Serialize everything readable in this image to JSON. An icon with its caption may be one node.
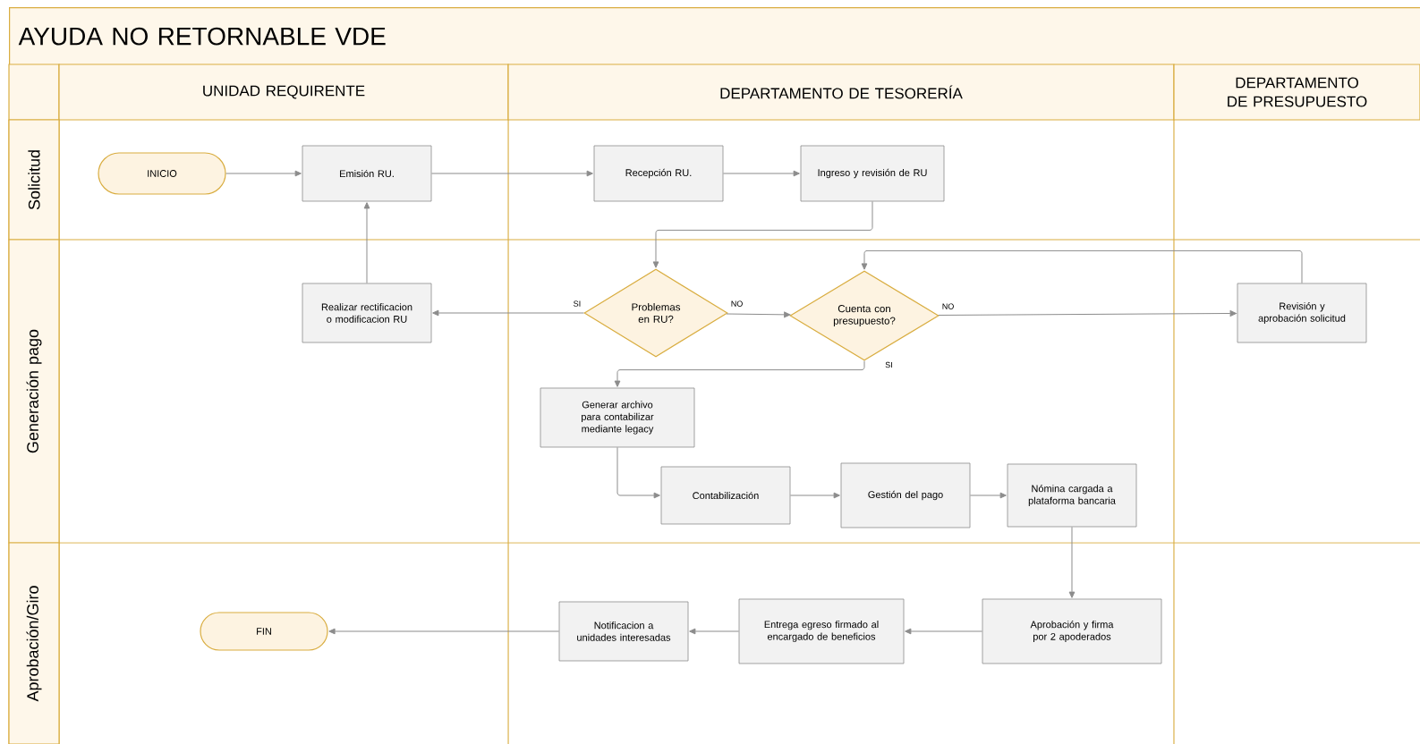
{
  "diagram": {
    "title": "AYUDA NO RETORNABLE VDE",
    "nodes": [
      {
        "text": [
          "UNIDAD REQUIRENTE"
        ]
      },
      {
        "text": [
          "DEPARTAMENTO DE TESORERÍA"
        ]
      },
      {
        "text": [
          "DEPARTAMENTO DE PRESUPUESTO"
        ]
      },
      {
        "text": [
          "Solicitud"
        ]
      },
      {
        "text": [
          "Generación pago"
        ]
      },
      {
        "text": [
          "Aprobación/Giro"
        ]
      },
      {
        "text": [
          "INICIO"
        ]
      },
      {
        "text": [
          "Emisión RU."
        ]
      },
      {
        "text": [
          "Recepción RU."
        ]
      },
      {
        "text": [
          "Ingreso y revisión de RU"
        ]
      },
      {
        "text": [
          "Realizar rectificacion o modificacion RU"
        ]
      },
      {
        "text": [
          "Problemas en RU?"
        ]
      },
      {
        "text": [
          "Cuenta con presupuesto?"
        ]
      },
      {
        "text": [
          "Revisión y aprobación solicitud"
        ]
      },
      {
        "text": [
          "Generar archivo para contabilizar mediante legacy"
        ]
      },
      {
        "text": [
          "Contabilización"
        ]
      },
      {
        "text": [
          "Gestión del pago"
        ]
      },
      {
        "text": [
          "Nómina cargada a plataforma bancaria"
        ]
      },
      {
        "text": [
          "FIN"
        ]
      },
      {
        "text": [
          "Notificacion a unidades interesadas"
        ]
      },
      {
        "text": [
          "Entrega egreso firmado al encargado de beneficios"
        ]
      },
      {
        "text": [
          "Aprobación y firma por 2 apoderados"
        ]
      }
    ],
    "edges": [
      {
        "from": 6,
        "to": 7,
        "arrow": "to"
      },
      {
        "from": 7,
        "to": 8,
        "arrow": "to"
      },
      {
        "from": 8,
        "to": 9,
        "arrow": "to"
      },
      {
        "from": 9,
        "to": 11,
        "arrow": "to"
      },
      {
        "from": 11,
        "to": 10,
        "arrow": "to",
        "label": "SI"
      },
      {
        "from": 10,
        "to": 7,
        "arrow": "to"
      },
      {
        "from": 11,
        "to": 12,
        "arrow": "to",
        "label": "NO"
      },
      {
        "from": 12,
        "to": 13,
        "arrow": "to",
        "label": "NO"
      },
      {
        "from": 13,
        "to": 12,
        "arrow": "to"
      },
      {
        "from": 12,
        "to": 14,
        "arrow": "to",
        "label": "SI"
      },
      {
        "from": 14,
        "to": 15,
        "arrow": "to"
      },
      {
        "from": 15,
        "to": 16,
        "arrow": "to"
      },
      {
        "from": 16,
        "to": 17,
        "arrow": "to"
      },
      {
        "from": 17,
        "to": 21,
        "arrow": "to"
      },
      {
        "from": 21,
        "to": 20,
        "arrow": "to"
      },
      {
        "from": 20,
        "to": 19,
        "arrow": "to"
      },
      {
        "from": 19,
        "to": 18,
        "arrow": "to"
      }
    ]
  }
}
